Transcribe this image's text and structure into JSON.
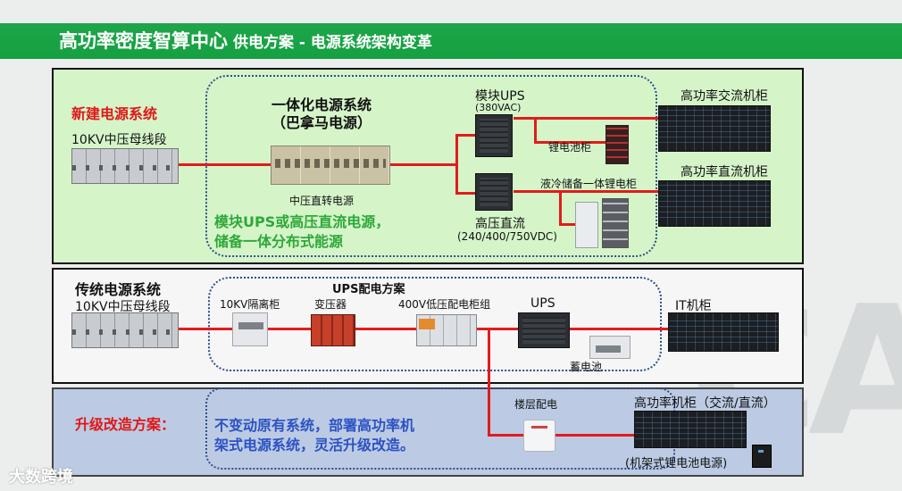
{
  "header": {
    "title_main": "高功率密度智算中心",
    "title_sub": "供电方案 - 电源系统架构变革"
  },
  "new_system": {
    "title": "新建电源系统",
    "bus": "10KV中压母线段",
    "integrated_title_1": "一体化电源系统",
    "integrated_title_2": "（巴拿马电源）",
    "mv_dc": "中压直转电源",
    "module_ups": "模块UPS",
    "module_ups_voltage": "(380VAC)",
    "li_cabinet": "锂电池柜",
    "hv_dc": "高压直流",
    "hv_dc_voltage": "(240/400/750VDC)",
    "liquid_storage": "液冷储备一体锂电柜",
    "ac_rack": "高功率交流机柜",
    "dc_rack": "高功率直流机柜",
    "note_line1": "模块UPS或高压直流电源，",
    "note_line2": "储备一体分布式能源"
  },
  "traditional_system": {
    "title": "传统电源系统",
    "bus": "10KV中压母线段",
    "scheme": "UPS配电方案",
    "isolation": "10KV隔离柜",
    "transformer": "变压器",
    "lv_group": "400V低压配电柜组",
    "ups": "UPS",
    "battery": "蓄电池",
    "it_rack": "IT机柜"
  },
  "upgrade": {
    "title": "升级改造方案：",
    "note_line1": "不变动原有系统，部署高功率机",
    "note_line2": "架式电源系统，灵活升级改造。",
    "floor_dist": "楼层配电",
    "rack_title": "高功率机柜（交流/直流）",
    "rack_sub": "(机架式锂电池电源)"
  },
  "watermark": "大数跨境",
  "colors": {
    "header_green": "#14a041",
    "panel_green": "#d5f5c9",
    "panel_blue": "#bccbe3",
    "line_red": "#e11c1c",
    "title_red": "#e01818",
    "note_green": "#2ea83a",
    "note_blue": "#2c52c4"
  }
}
